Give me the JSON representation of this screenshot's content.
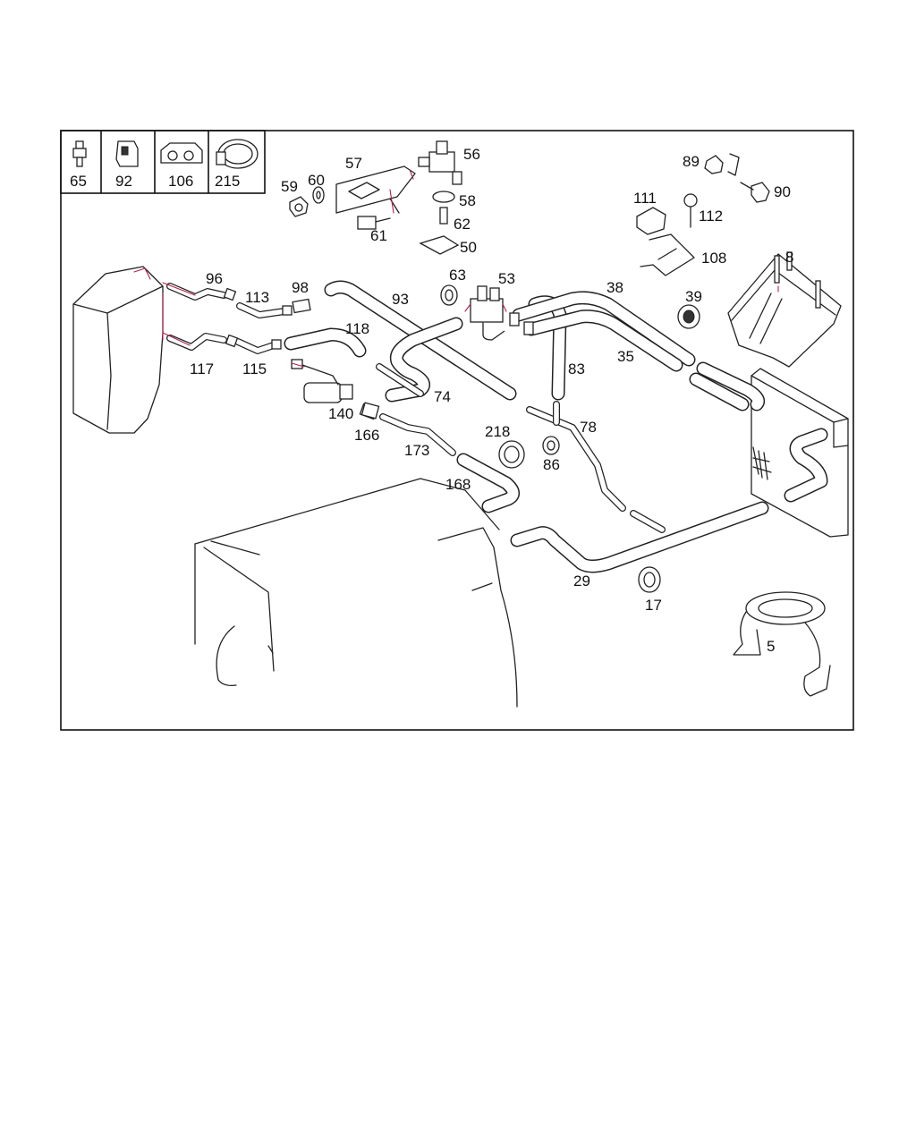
{
  "legend_parts": [
    "65",
    "92",
    "106",
    "215"
  ],
  "labels": {
    "l57": "57",
    "l56": "56",
    "l59": "59",
    "l60": "60",
    "l58": "58",
    "l62": "62",
    "l61": "61",
    "l50": "50",
    "l89": "89",
    "l90": "90",
    "l111": "111",
    "l112": "112",
    "l108": "108",
    "l8": "8",
    "l96": "96",
    "l113": "113",
    "l98": "98",
    "l93": "93",
    "l63": "63",
    "l53": "53",
    "l38": "38",
    "l39": "39",
    "l118": "118",
    "l117": "117",
    "l115": "115",
    "l35": "35",
    "l83": "83",
    "l74": "74",
    "l140": "140",
    "l78": "78",
    "l166": "166",
    "l218": "218",
    "l173": "173",
    "l86": "86",
    "l168": "168",
    "l29": "29",
    "l17": "17",
    "l5": "5"
  },
  "colors": {
    "line": "#222222",
    "accent": "#b0204a",
    "background": "#ffffff"
  }
}
